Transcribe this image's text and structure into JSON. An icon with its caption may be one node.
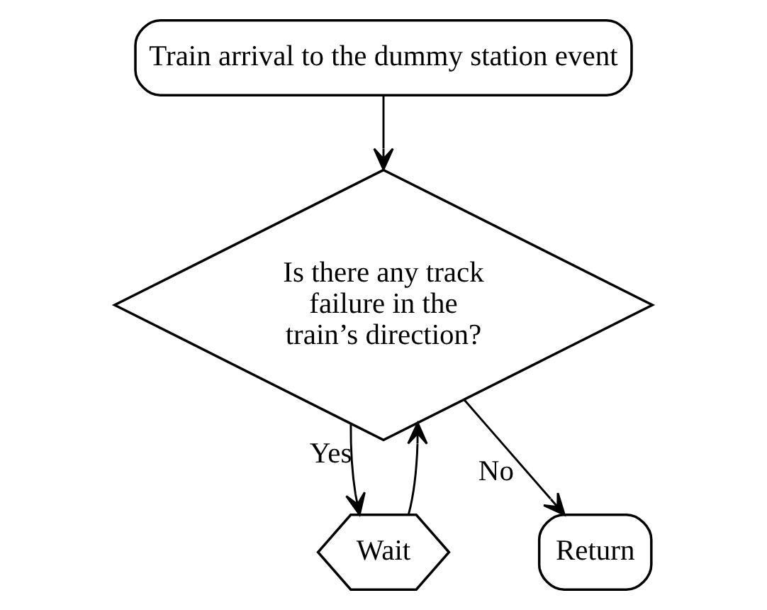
{
  "diagram": {
    "nodes": [
      {
        "text": [
          "Train arrival to the dummy station event"
        ]
      },
      {
        "text": [
          "Is there any track failure in the train’s direction?"
        ]
      },
      {
        "text": [
          "Wait"
        ]
      },
      {
        "text": [
          "Return"
        ]
      }
    ],
    "edges": [
      {
        "from": 0,
        "to": 1,
        "arrow": "to"
      },
      {
        "from": 1,
        "to": 2,
        "arrow": "to",
        "label": "Yes"
      },
      {
        "from": 2,
        "to": 1,
        "arrow": "to"
      },
      {
        "from": 1,
        "to": 3,
        "arrow": "to",
        "label": "No"
      }
    ]
  }
}
